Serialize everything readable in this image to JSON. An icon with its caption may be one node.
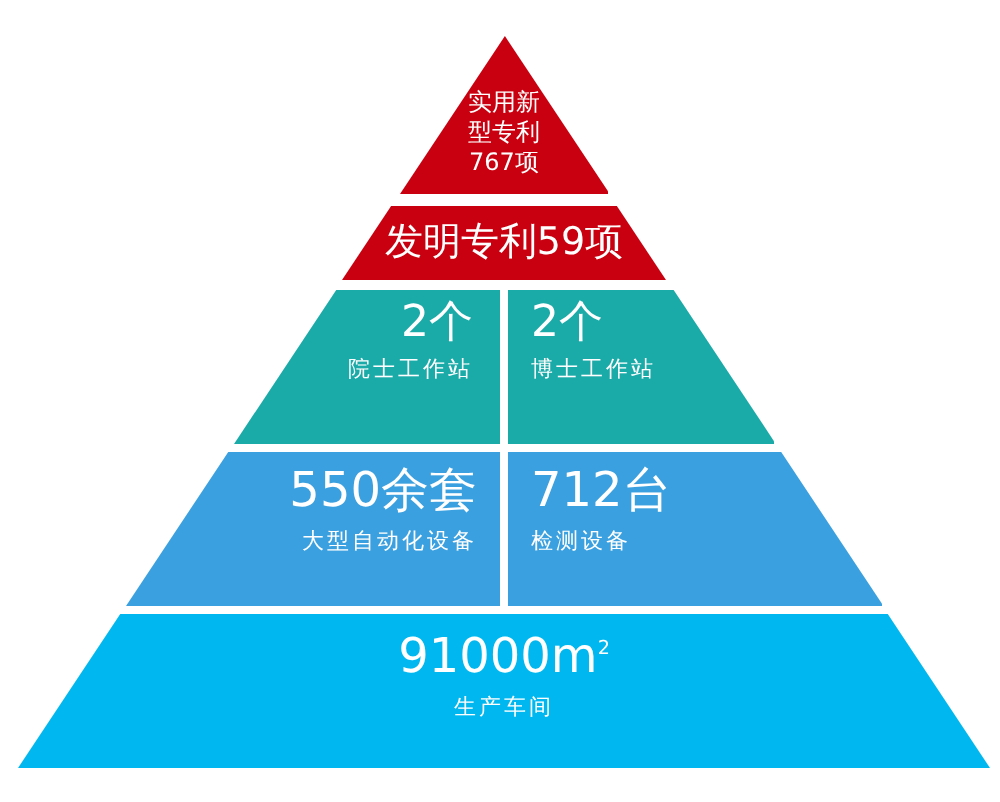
{
  "diagram": {
    "nodes": [
      {
        "text": [
          "实用新型专利767项"
        ]
      },
      {
        "text": [
          "发明专利59项"
        ]
      },
      {
        "text": [
          "2个",
          "院士工作站"
        ]
      },
      {
        "text": [
          "2个",
          "博士工作站"
        ]
      },
      {
        "text": [
          "550余套",
          "大型自动化设备"
        ]
      },
      {
        "text": [
          "712台",
          "检测设备"
        ]
      },
      {
        "text": [
          "91000m$^{2}$",
          "生产车间"
        ]
      }
    ]
  }
}
